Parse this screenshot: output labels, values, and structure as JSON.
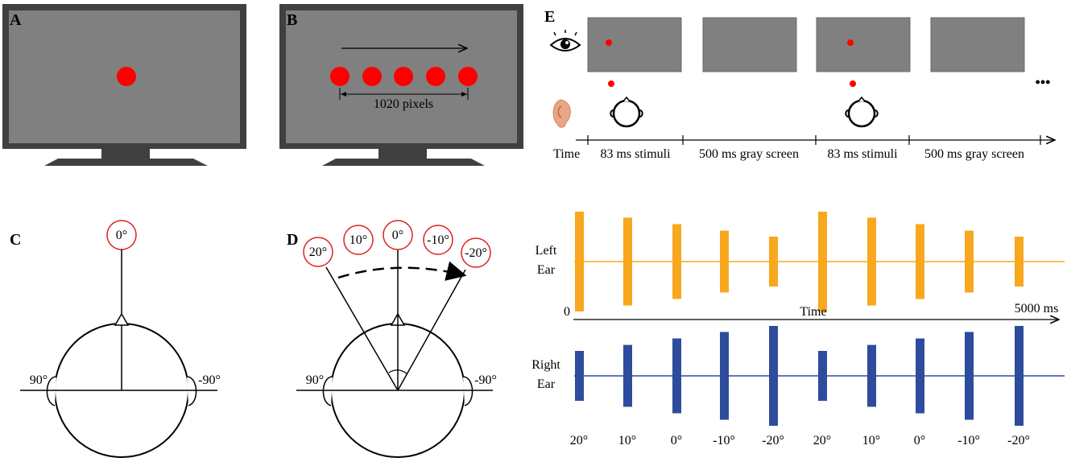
{
  "panels": {
    "a": {
      "letter": "A"
    },
    "b": {
      "letter": "B",
      "distance_label": "1020 pixels"
    },
    "c": {
      "letter": "C",
      "angle_top": "0°",
      "angle_left": "90°",
      "angle_right": "-90°"
    },
    "d": {
      "letter": "D",
      "angles": [
        "20°",
        "10°",
        "0°",
        "-10°",
        "-20°"
      ],
      "angle_left": "90°",
      "angle_right": "-90°"
    },
    "e": {
      "letter": "E",
      "time_label": "Time",
      "segments": [
        "83 ms stimuli",
        "500 ms gray screen",
        "83 ms stimuli",
        "500 ms gray screen"
      ],
      "ellipsis": "•••"
    },
    "waveform": {
      "left_label": [
        "Left",
        "Ear"
      ],
      "right_label": [
        "Right",
        "Ear"
      ],
      "axis_start": "0",
      "axis_label": "Time",
      "axis_end": "5000 ms",
      "angle_labels": [
        "20°",
        "10°",
        "0°",
        "-10°",
        "-20°",
        "20°",
        "10°",
        "0°",
        "-10°",
        "-20°"
      ],
      "left_amplitudes": [
        1.0,
        0.88,
        0.75,
        0.62,
        0.5,
        1.0,
        0.88,
        0.75,
        0.62,
        0.5
      ],
      "right_amplitudes": [
        0.5,
        0.62,
        0.75,
        0.88,
        1.0,
        0.5,
        0.62,
        0.75,
        0.88,
        1.0
      ],
      "colors": {
        "left": "#f7a81e",
        "right": "#2e4c9c"
      }
    }
  }
}
